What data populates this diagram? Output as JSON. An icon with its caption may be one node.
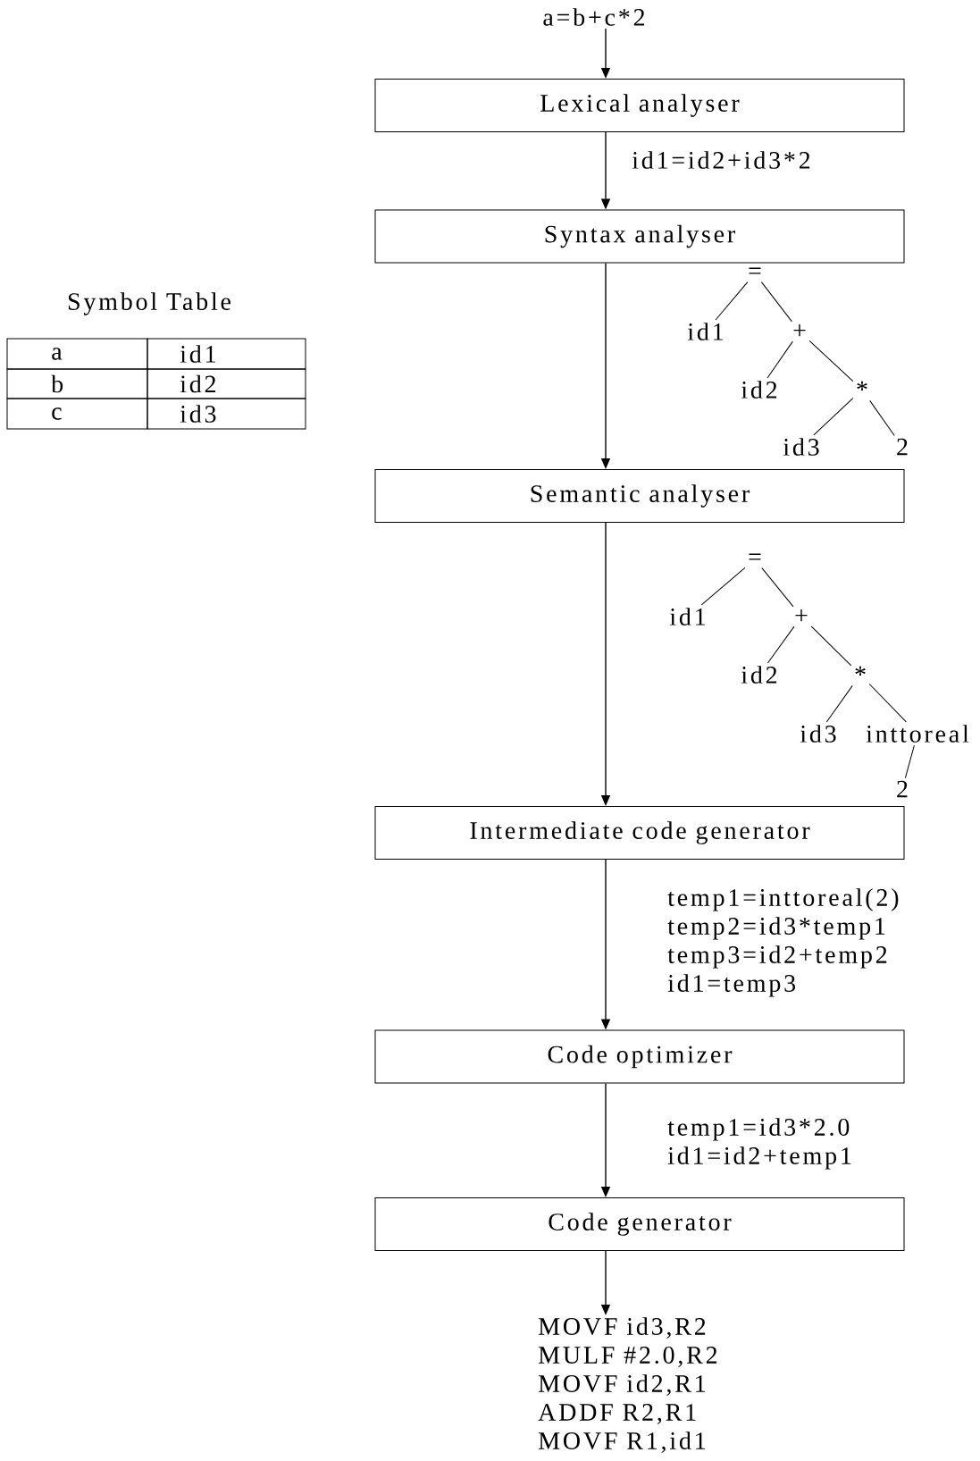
{
  "diagram": {
    "nodes": [
      {
        "text": [
          "a=b+c*2"
        ]
      },
      {
        "text": [
          "Lexical analyser"
        ]
      },
      {
        "text": [
          "Syntax analyser"
        ]
      },
      {
        "text": [
          "Semantic analyser"
        ]
      },
      {
        "text": [
          "Intermediate code generator"
        ]
      },
      {
        "text": [
          "Code optimizer"
        ]
      },
      {
        "text": [
          "Code generator"
        ]
      },
      {
        "text": [
          "MOVF id3,R2",
          "MULF #2.0,R2",
          "MOVF id2,R1",
          "ADDF R2,R1",
          "MOVF R1,id1"
        ]
      },
      {
        "text": [
          "="
        ]
      },
      {
        "text": [
          "id1"
        ]
      },
      {
        "text": [
          "+"
        ]
      },
      {
        "text": [
          "id2"
        ]
      },
      {
        "text": [
          "*"
        ]
      },
      {
        "text": [
          "id3"
        ]
      },
      {
        "text": [
          "2"
        ]
      },
      {
        "text": [
          "="
        ]
      },
      {
        "text": [
          "id1"
        ]
      },
      {
        "text": [
          "+"
        ]
      },
      {
        "text": [
          "id2"
        ]
      },
      {
        "text": [
          "*"
        ]
      },
      {
        "text": [
          "id3"
        ]
      },
      {
        "text": [
          "inttoreal"
        ]
      },
      {
        "text": [
          "2"
        ]
      }
    ],
    "edges": [
      {
        "from": 0,
        "to": 1,
        "arrow": "to"
      },
      {
        "from": 1,
        "to": 2,
        "arrow": "to",
        "label": "id1=id2+id3*2"
      },
      {
        "from": 2,
        "to": 3,
        "arrow": "to"
      },
      {
        "from": 3,
        "to": 4,
        "arrow": "to"
      },
      {
        "from": 4,
        "to": 5,
        "arrow": "to",
        "label": "temp1=inttoreal(2) temp2=id3*temp1 temp3=id2+temp2 id1=temp3"
      },
      {
        "from": 5,
        "to": 6,
        "arrow": "to",
        "label": "temp1=id3*2.0 id1=id2+temp1"
      },
      {
        "from": 6,
        "to": 7,
        "arrow": "to"
      },
      {
        "from": 8,
        "to": 9,
        "arrow": "none"
      },
      {
        "from": 8,
        "to": 10,
        "arrow": "none"
      },
      {
        "from": 10,
        "to": 11,
        "arrow": "none"
      },
      {
        "from": 10,
        "to": 12,
        "arrow": "none"
      },
      {
        "from": 12,
        "to": 13,
        "arrow": "none"
      },
      {
        "from": 12,
        "to": 14,
        "arrow": "none"
      },
      {
        "from": 15,
        "to": 16,
        "arrow": "none"
      },
      {
        "from": 15,
        "to": 17,
        "arrow": "none"
      },
      {
        "from": 17,
        "to": 18,
        "arrow": "none"
      },
      {
        "from": 17,
        "to": 19,
        "arrow": "none"
      },
      {
        "from": 19,
        "to": 20,
        "arrow": "none"
      },
      {
        "from": 19,
        "to": 21,
        "arrow": "none"
      },
      {
        "from": 21,
        "to": 22,
        "arrow": "none"
      }
    ],
    "labels": [
      "Symbol Table",
      "a",
      "id1",
      "b",
      "id2",
      "c",
      "id3"
    ]
  }
}
